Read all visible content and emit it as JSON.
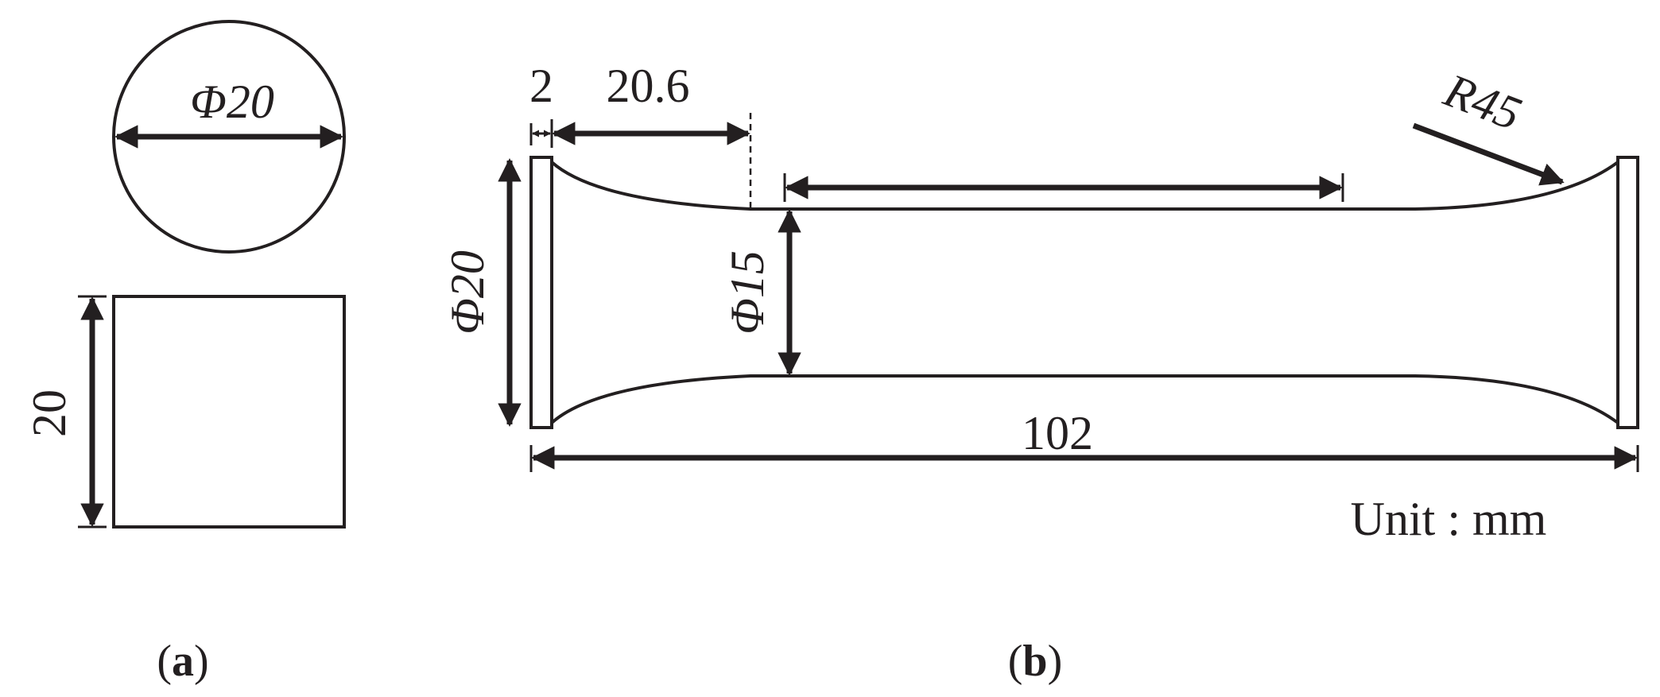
{
  "panel_a": {
    "circle_diameter_label": "Φ20",
    "square_side_label": "20",
    "caption": {
      "open": "(",
      "letter": "a",
      "close": ")"
    }
  },
  "panel_b": {
    "end_width_label": "2",
    "taper_length_label": "20.6",
    "radius_label": "R45",
    "end_diameter_label": "Φ20",
    "neck_diameter_label": "Φ15",
    "total_length_label": "102",
    "unit_label": "Unit : mm",
    "caption": {
      "open": "(",
      "letter": "b",
      "close": ")"
    }
  },
  "colors": {
    "ink": "#231f20",
    "background": "#ffffff"
  }
}
